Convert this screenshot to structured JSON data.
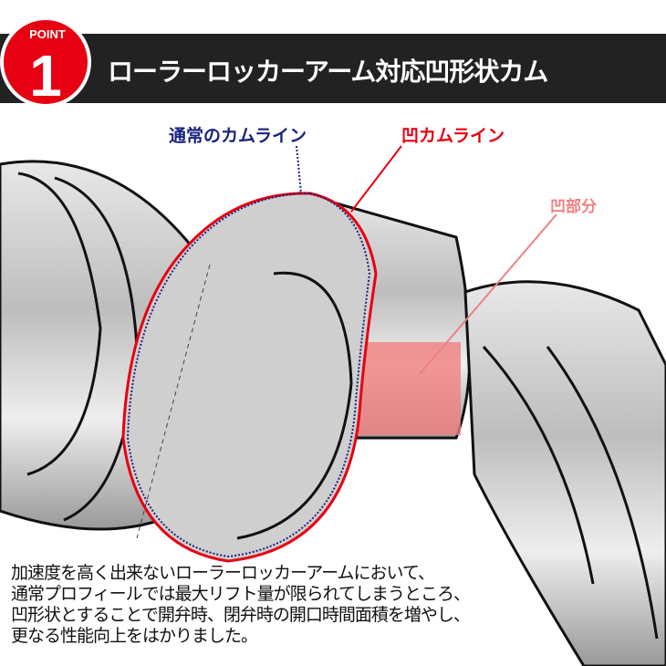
{
  "badge": {
    "label": "POINT",
    "number": "1"
  },
  "title": "ローラーロッカーアーム対応凹形状カム",
  "labels": {
    "normal": "通常のカムライン",
    "concave": "凹カムライン",
    "concave_part": "凹部分"
  },
  "description": [
    "加速度を高く出来ないローラーロッカーアームにおいて、",
    "通常プロフィールでは最大リフト量が限られてしまうところ、",
    "凹形状とすることで開弁時、閉弁時の開口時間面積を増やし、",
    "更なる性能向上をはかりました。"
  ],
  "colors": {
    "banner": "#222222",
    "badge": "#e60012",
    "normal_line": "#1a237e",
    "concave_line": "#e60012",
    "concave_part": "#f08080"
  }
}
